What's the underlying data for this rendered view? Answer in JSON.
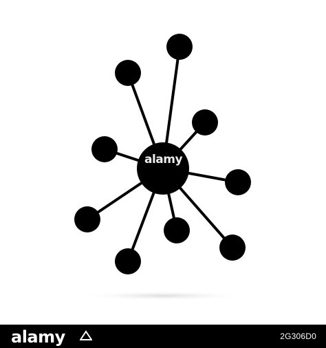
{
  "watermark": {
    "center_text": "alamy",
    "brand_text": "alamy",
    "image_id": "2G306D0"
  },
  "colors": {
    "background": "#ffffff",
    "graphic": "#000000",
    "bar": "#000000"
  },
  "graphic": {
    "subject": "network-hub-icon",
    "hub_count": 1,
    "satellite_count": 9
  }
}
